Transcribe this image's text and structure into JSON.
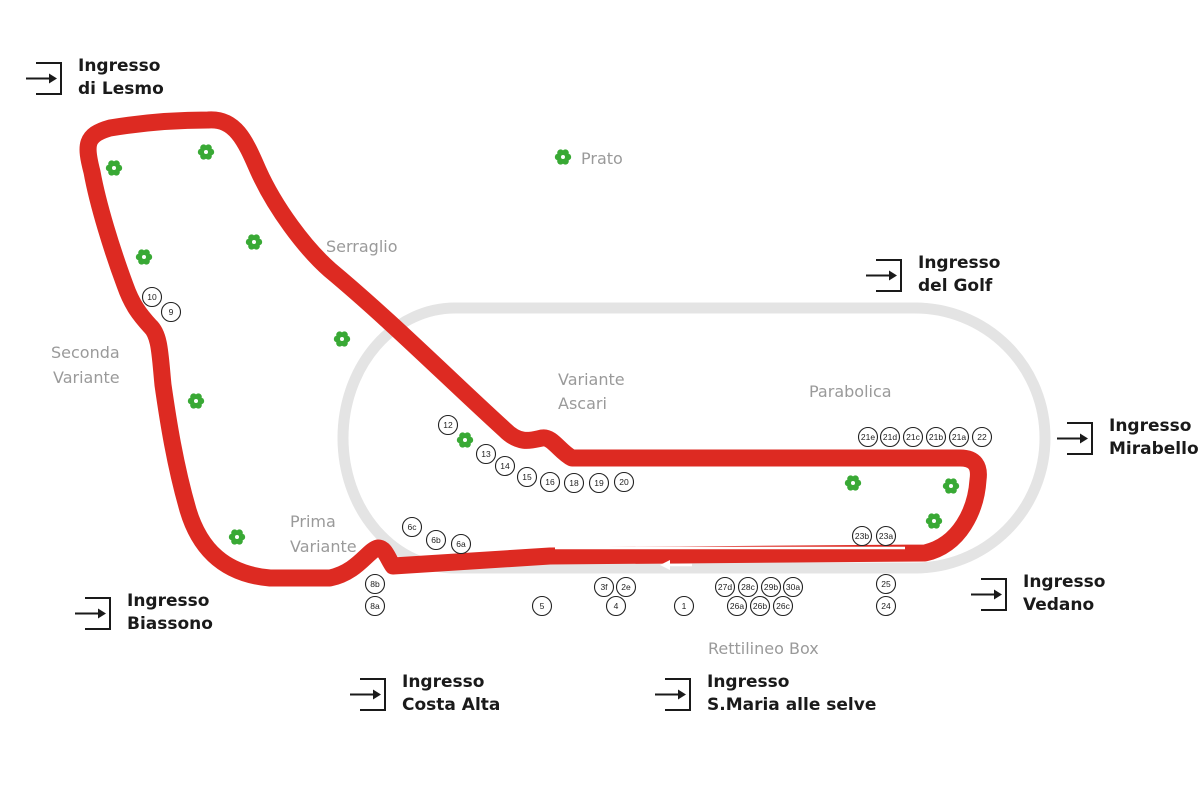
{
  "colors": {
    "track": "#dd2a22",
    "oval": "#e4e4e4",
    "tree": "#39a935",
    "entry_text": "#1a1a1a",
    "area_text": "#9a9a9a"
  },
  "entrances": [
    {
      "id": "lesmo",
      "line1": "Ingresso",
      "line2": "di Lesmo"
    },
    {
      "id": "golf",
      "line1": "Ingresso",
      "line2": "del Golf"
    },
    {
      "id": "mirabello",
      "line1": "Ingresso",
      "line2": "Mirabello"
    },
    {
      "id": "vedano",
      "line1": "Ingresso",
      "line2": "Vedano"
    },
    {
      "id": "biassono",
      "line1": "Ingresso",
      "line2": "Biassono"
    },
    {
      "id": "costa-alta",
      "line1": "Ingresso",
      "line2": "Costa Alta"
    },
    {
      "id": "santa-maria",
      "line1": "Ingresso",
      "line2": "S.Maria alle selve"
    }
  ],
  "areas": {
    "prato": "Prato",
    "serraglio": "Serraglio",
    "seconda_1": "Seconda",
    "seconda_2": "Variante",
    "ascari_1": "Variante",
    "ascari_2": "Ascari",
    "parabolica": "Parabolica",
    "prima_1": "Prima",
    "prima_2": "Variante",
    "rettilineo": "Rettilineo Box"
  },
  "grandstands": [
    "10",
    "9",
    "12",
    "13",
    "14",
    "15",
    "16",
    "18",
    "19",
    "20",
    "21e",
    "21d",
    "21c",
    "21b",
    "21a",
    "22",
    "23b",
    "23a",
    "6c",
    "6b",
    "6a",
    "8b",
    "8a",
    "5",
    "3f",
    "2e",
    "4",
    "1",
    "27d",
    "28c",
    "29b",
    "30a",
    "26a",
    "26b",
    "26c",
    "25",
    "24"
  ],
  "icons": {
    "entrance": "entrance-arrow-icon",
    "tree": "tree-icon"
  }
}
